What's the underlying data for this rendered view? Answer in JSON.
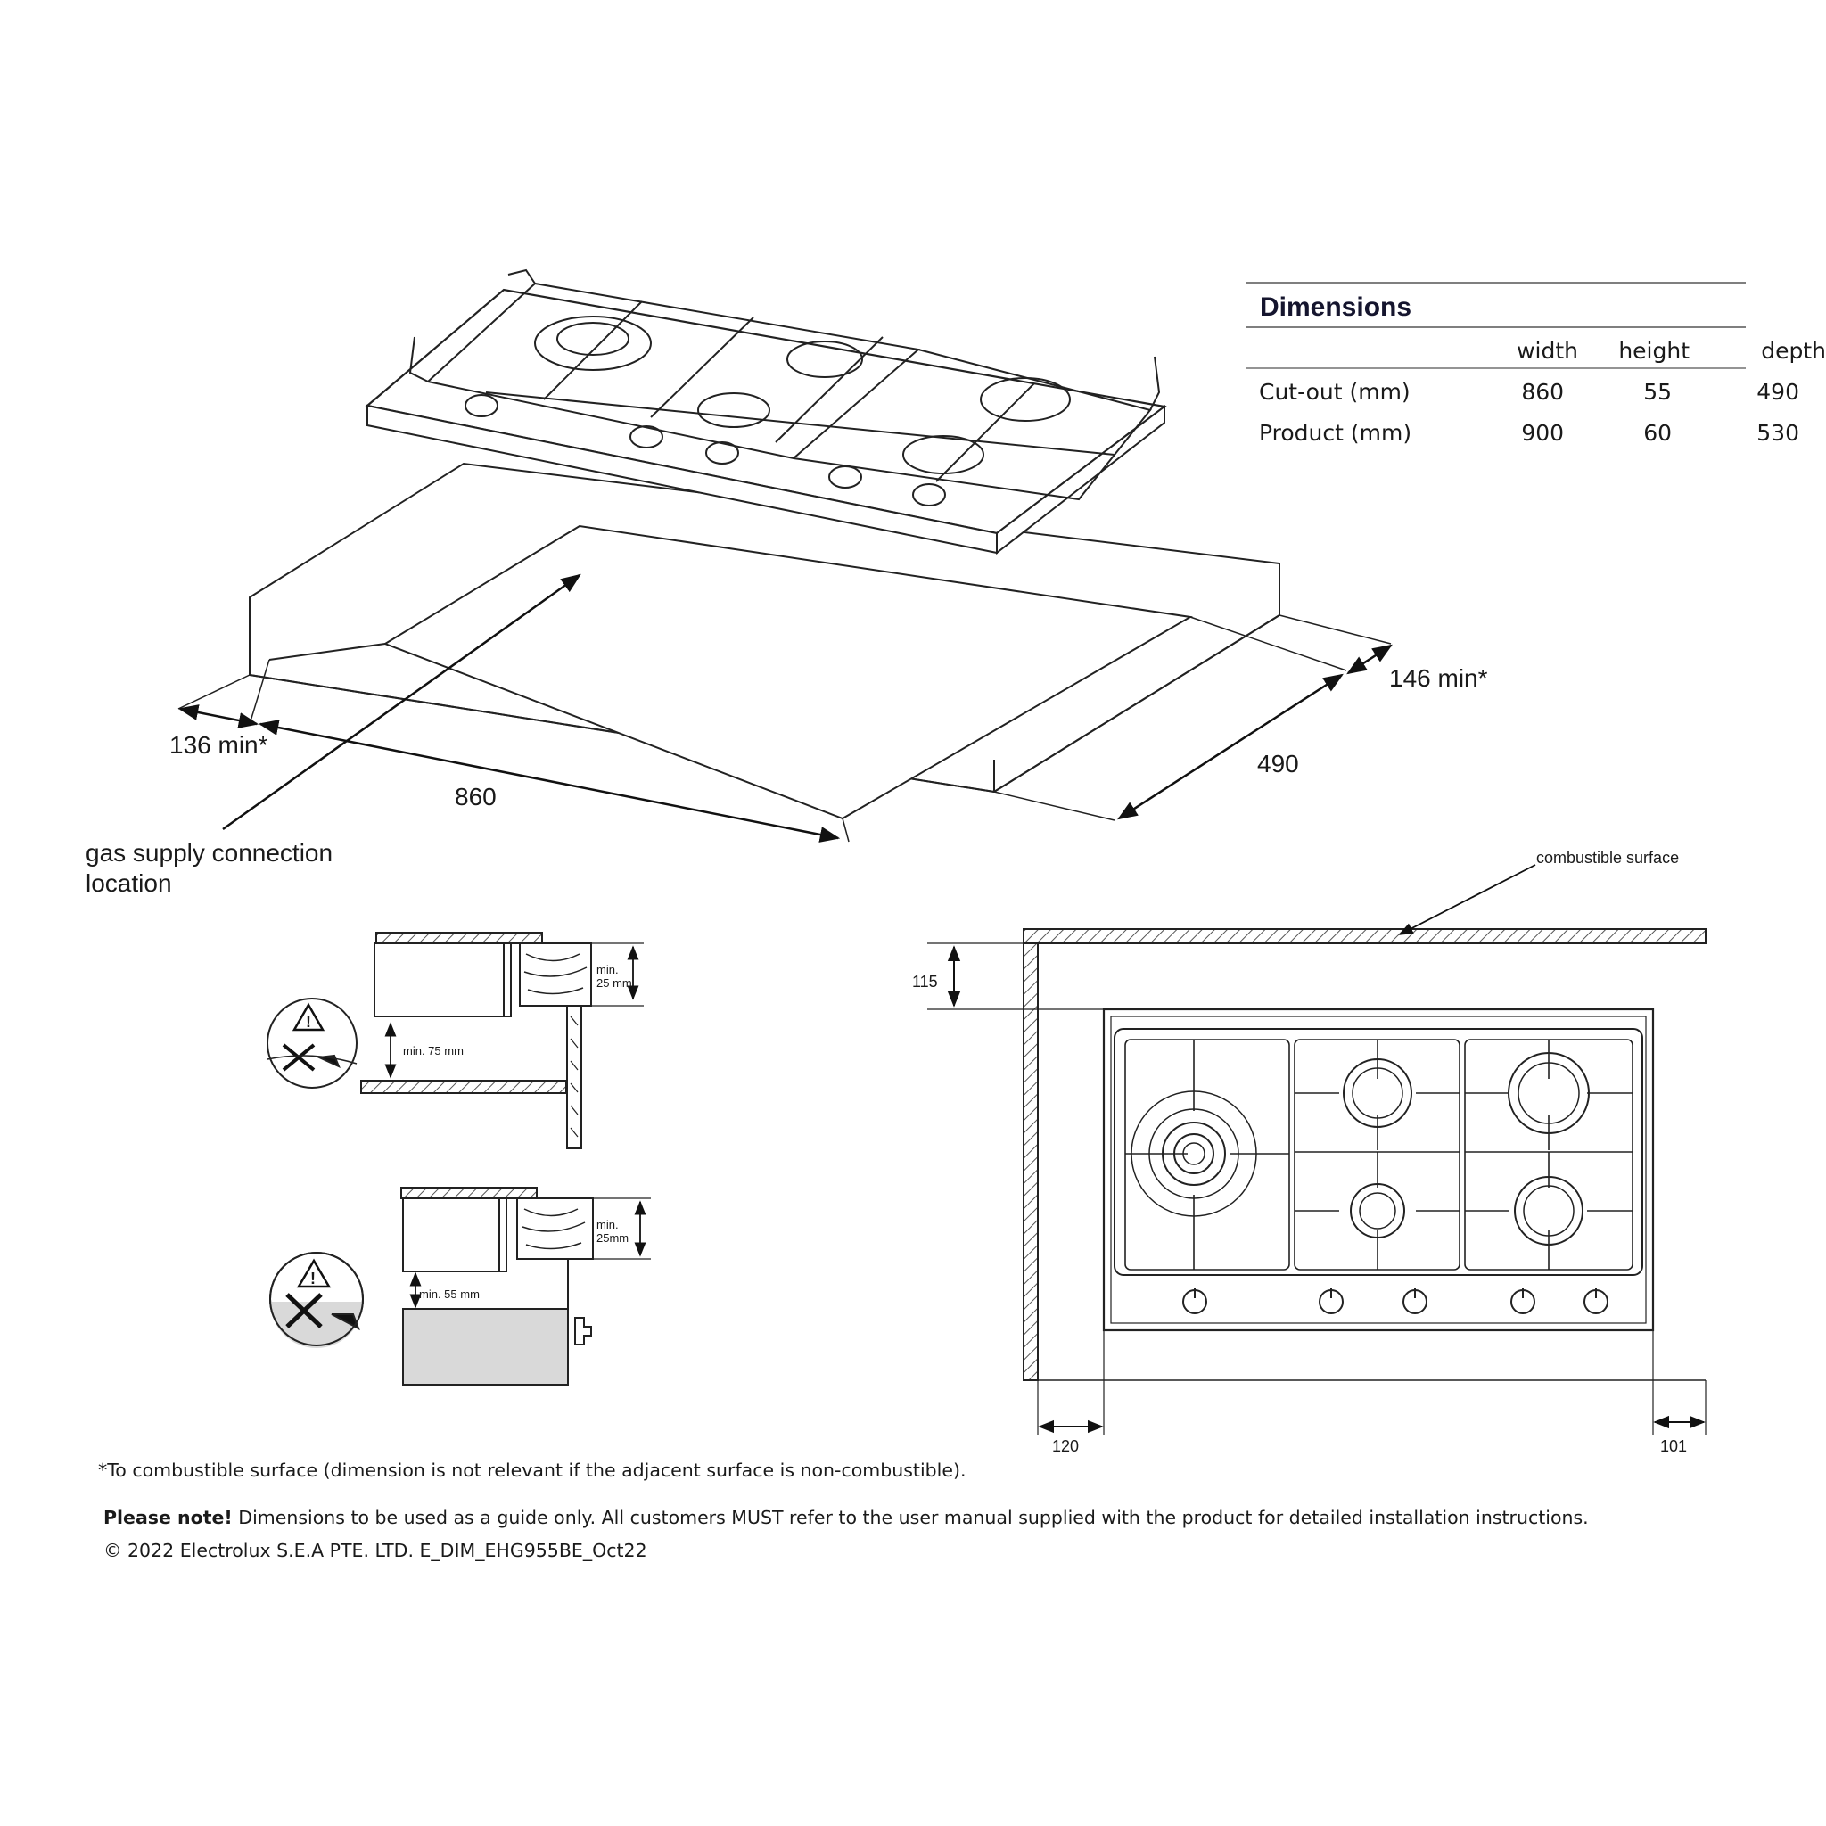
{
  "spec_table": {
    "title": "Dimensions",
    "columns": [
      "width",
      "height",
      "depth"
    ],
    "rows": [
      {
        "label": "Cut-out (mm)",
        "values": [
          "860",
          "55",
          "490"
        ]
      },
      {
        "label": "Product (mm)",
        "values": [
          "900",
          "60",
          "530"
        ]
      }
    ]
  },
  "install_view": {
    "left_clearance": "136 min*",
    "rear_clearance": "146 min*",
    "cutout_width": "860",
    "cutout_depth": "490",
    "gas_label_line1": "gas supply connection",
    "gas_label_line2": "location"
  },
  "section_detail_1": {
    "top_gap": "min.",
    "top_gap_value": "25 mm",
    "under_gap": "min. 75 mm"
  },
  "section_detail_2": {
    "top_gap": "min.",
    "top_gap_value": "25mm",
    "under_gap": "min. 55 mm"
  },
  "plan_view": {
    "combustible_label": "combustible surface",
    "rear_clearance": "115",
    "left_clearance": "120",
    "right_clearance": "101"
  },
  "footnote": "*To combustible surface (dimension is not relevant if the adjacent surface is non-combustible).",
  "please_note_bold": "Please note!",
  "please_note_text": " Dimensions to be used as a guide only. All customers MUST refer to the user manual supplied with the product for detailed installation instructions.",
  "copyright": "© 2022 Electrolux S.E.A PTE. LTD.  E_DIM_EHG955BE_Oct22"
}
